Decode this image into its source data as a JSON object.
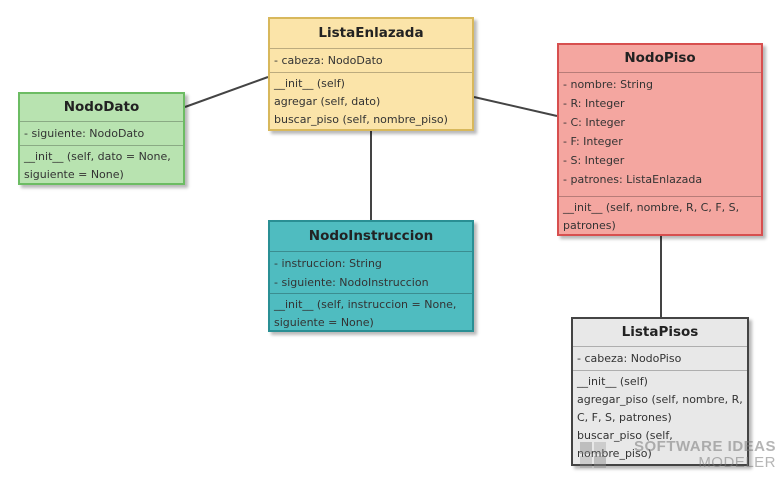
{
  "classes": {
    "lista_enlazada": {
      "name": "ListaEnlazada",
      "attributes": [
        "- cabeza: NodoDato"
      ],
      "operations": [
        "__init__ (self)",
        "agregar (self, dato)",
        "buscar_piso (self, nombre_piso)"
      ]
    },
    "nodo_dato": {
      "name": "NodoDato",
      "attributes": [
        "- siguiente: NodoDato"
      ],
      "operations": [
        "__init__ (self, dato = None, siguiente = None)"
      ]
    },
    "nodo_piso": {
      "name": "NodoPiso",
      "attributes": [
        "- nombre: String",
        "- R: Integer",
        "- C: Integer",
        "- F: Integer",
        "- S: Integer",
        "- patrones: ListaEnlazada"
      ],
      "operations": [
        "__init__ (self, nombre, R, C, F, S, patrones)"
      ]
    },
    "nodo_instruccion": {
      "name": "NodoInstruccion",
      "attributes": [
        "- instruccion: String",
        "- siguiente: NodoInstruccion"
      ],
      "operations": [
        "__init__ (self, instruccion = None, siguiente = None)"
      ]
    },
    "lista_pisos": {
      "name": "ListaPisos",
      "attributes": [
        "- cabeza: NodoPiso"
      ],
      "operations": [
        "__init__ (self)",
        "agregar_piso (self, nombre, R, C, F, S, patrones)",
        "buscar_piso (self, nombre_piso)"
      ]
    }
  },
  "watermark": {
    "line1": "SOFTWARE IDEAS",
    "line2": "MODELER"
  },
  "colors": {
    "lista_enlazada": "#fbe4a9",
    "nodo_dato": "#b8e3b0",
    "nodo_piso": "#f4a6a0",
    "nodo_instruccion": "#4fbcc0",
    "lista_pisos": "#e8e8e8",
    "connector": "#444444"
  }
}
